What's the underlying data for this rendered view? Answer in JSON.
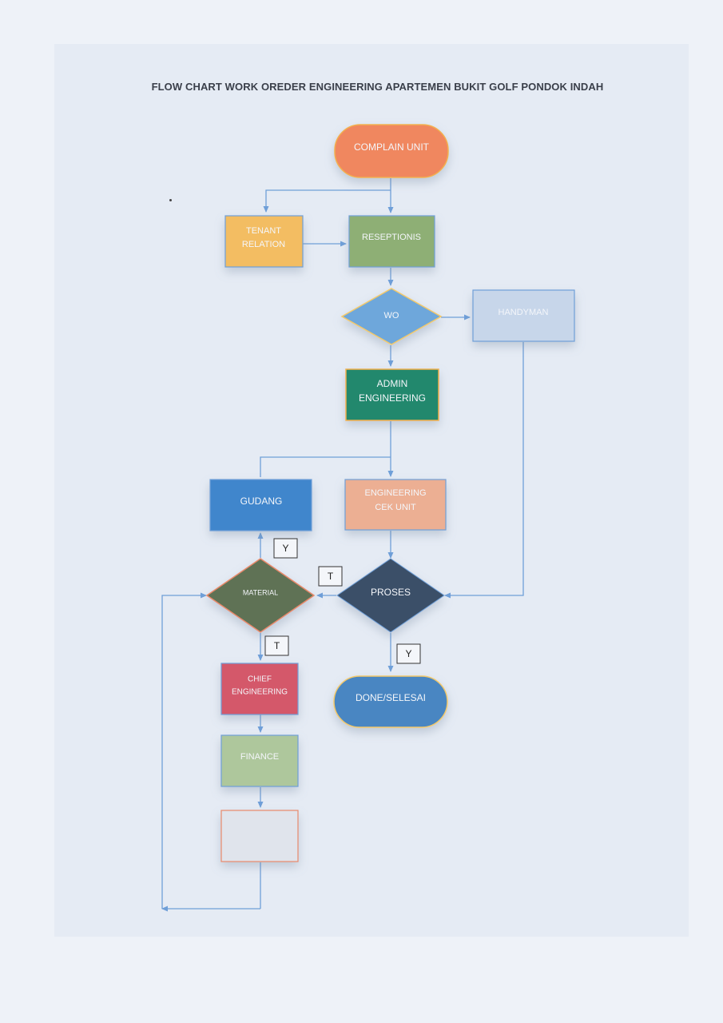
{
  "title": "FLOW CHART WORK OREDER ENGINEERING APARTEMEN BUKIT GOLF PONDOK INDAH",
  "nodes": {
    "complain_unit": "COMPLAIN UNIT",
    "tenant_relation": [
      "TENANT",
      "RELATION"
    ],
    "reseptionis": "RESEPTIONIS",
    "wo": "WO",
    "handyman": "HANDYMAN",
    "admin_engineering": [
      "ADMIN",
      "ENGINEERING"
    ],
    "gudang": "GUDANG",
    "engineering_cek_unit": [
      "ENGINEERING",
      "CEK UNIT"
    ],
    "material": "MATERIAL",
    "proses": "PROSES",
    "chief_engineering": [
      "CHIEF",
      "ENGINEERING"
    ],
    "done_selesai": "DONE/SELESAI",
    "finance": "FINANCE",
    "blank_step": ""
  },
  "tags": {
    "material_yes": "Y",
    "proses_no": "T",
    "material_no": "T",
    "proses_yes": "Y"
  },
  "colors": {
    "complain_unit": "#f0875e",
    "tenant_relation": "#f3bd62",
    "reseptionis": "#8eaf74",
    "wo": "#6ea7db",
    "handyman": "#c7d6ea",
    "admin_engineering": "#21886d",
    "gudang": "#3f86cc",
    "engineering_cek_unit": "#ecaf93",
    "material": "#5f7255",
    "proses": "#3a5068",
    "chief_engineering": "#d4586a",
    "done_selesai": "#4a86c2",
    "finance": "#aec79c",
    "blank_step": "#e0e4ec",
    "connector": "#6f9fd8"
  }
}
